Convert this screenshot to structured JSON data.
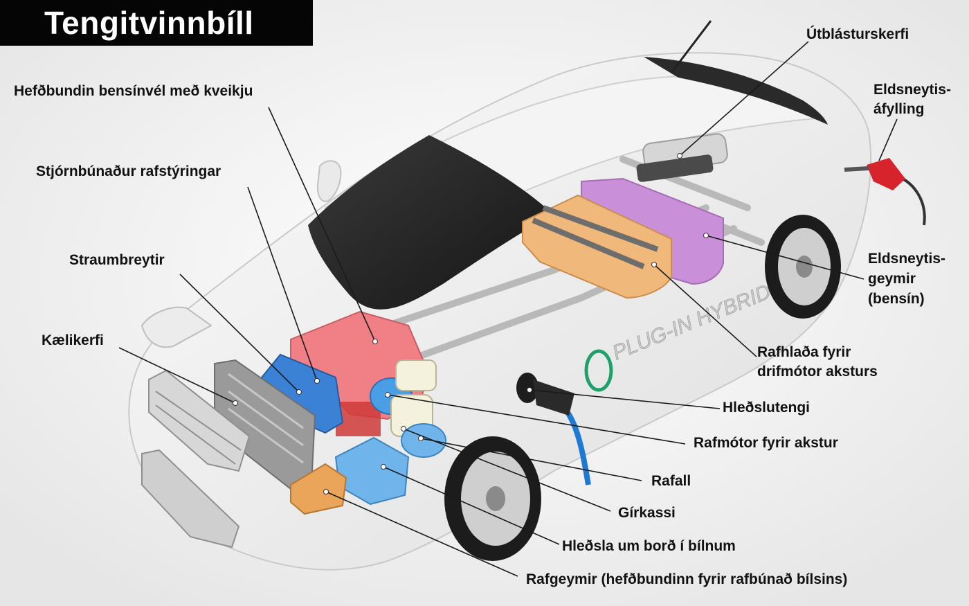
{
  "title": "Tengitvinnbíll",
  "car_badge": "PLUG-IN HYBRID",
  "colors": {
    "title_bg": "#050505",
    "title_text": "#ffffff",
    "engine": "#f07f86",
    "battery_pack": "#f0b87a",
    "fuel_tank": "#c98fd8",
    "inverter": "#3b82d6",
    "motor": "#4a9ee6",
    "charger": "#6fb5ec",
    "aux_battery": "#eaa55a",
    "fuel_nozzle": "#d7232b",
    "charge_cable": "#1f78d1"
  },
  "labels": {
    "exhaust": "Útblásturskerfi",
    "fuel_fill_1": "Eldsneytis-",
    "fuel_fill_2": "áfylling",
    "engine": "Hefðbundin bensínvél með kveikju",
    "power_control": "Stjórnbúnaður rafstýringar",
    "converter": "Straumbreytir",
    "cooling": "Kælikerfi",
    "fuel_tank_1": "Eldsneytis-",
    "fuel_tank_2": "geymir",
    "fuel_tank_3": "(bensín)",
    "traction_battery_1": "Rafhlaða fyrir",
    "traction_battery_2": "drifmótor aksturs",
    "charge_port": "Hleðslutengi",
    "traction_motor": "Rafmótor fyrir akstur",
    "generator": "Rafall",
    "gearbox": "Gírkassi",
    "onboard_charger": "Hleðsla um borð í bílnum",
    "aux_battery": "Rafgeymir (hefðbundinn fyrir rafbúnað bílsins)"
  }
}
